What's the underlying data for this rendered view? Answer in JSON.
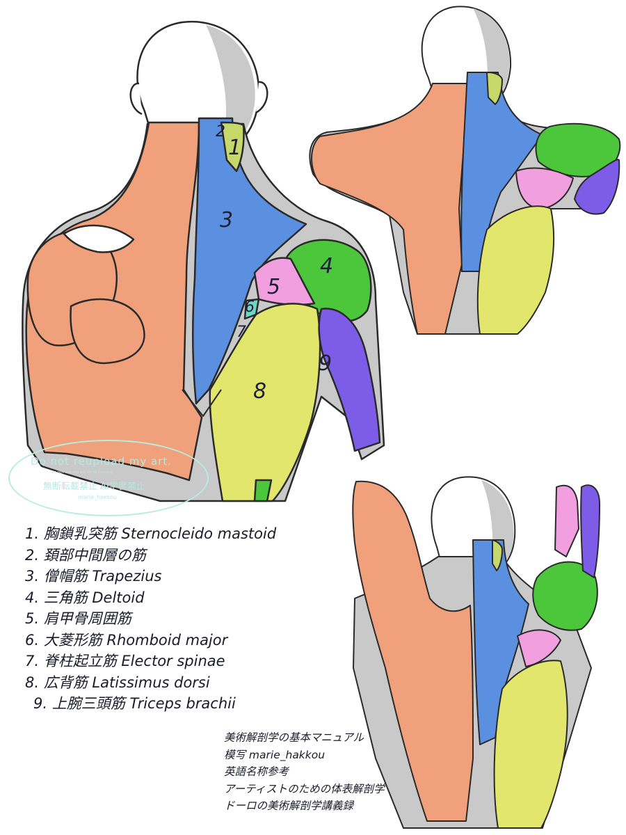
{
  "labels": {
    "n1": "1",
    "n2": "2",
    "n3": "3",
    "n4": "4",
    "n5": "5",
    "n6": "6",
    "n7": "7",
    "n8": "8",
    "n9": "9"
  },
  "legend": [
    "1. 胸鎖乳突筋 Sternocleido mastoid",
    "2. 頚部中間層の筋",
    "3. 僧帽筋 Trapezius",
    "4. 三角筋 Deltoid",
    "5. 肩甲骨周囲筋",
    "6. 大菱形筋 Rhomboid major",
    "7. 脊柱起立筋 Elector spinae",
    "8. 広背筋 Latissimus dorsi",
    "9. 上腕三頭筋 Triceps brachii"
  ],
  "credits": [
    "美術解剖学の基本マニュアル",
    "模写 marie_hakkou",
    "英語名称参考",
    "アーティストのための体表解剖学",
    "ドーロの美術解剖学講義録"
  ],
  "watermark": {
    "line1": "Do not reupload my art.",
    "line2": "do not use my art for AI training",
    "line3": "無断転載禁止 AI学習禁止",
    "line4": "marie_hakkou"
  },
  "colors": {
    "flesh": "#f0a07a",
    "trapezius": "#5b8fe0",
    "deltoid": "#4cc63a",
    "scapular": "#f29fe0",
    "latissimus": "#e2e66c",
    "triceps": "#7d5ce8",
    "shadow": "#c9c9c9",
    "outline": "#2a2a2a"
  }
}
